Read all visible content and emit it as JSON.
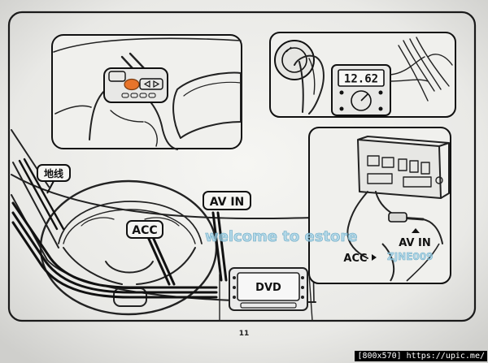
{
  "labels": {
    "ground_wire": "地线",
    "av_in_left": "AV IN",
    "acc_left": "ACC",
    "dvd": "DVD",
    "av_in_right": "AV IN",
    "acc_right": "ACC",
    "page_number": "11"
  },
  "meter": {
    "reading": "12.62"
  },
  "watermark": {
    "line1": "welcome to estore",
    "line2": "ZJNE009"
  },
  "caption": {
    "text": "[800x570] https://upic.me/"
  }
}
